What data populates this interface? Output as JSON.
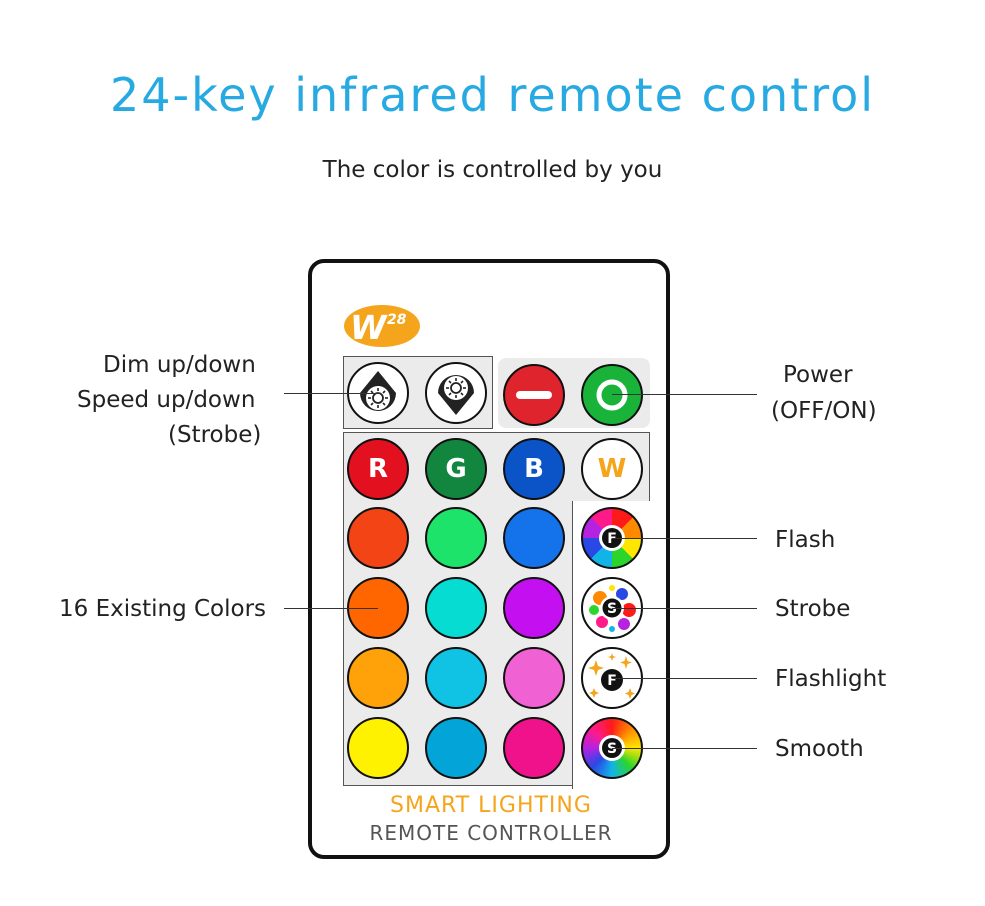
{
  "title": "24-key infrared remote control",
  "subtitle": "The color is controlled by you",
  "logo": {
    "letter": "W",
    "sup": "28",
    "color": "#f4a51c"
  },
  "buttons": {
    "r_label": "R",
    "g_label": "G",
    "b_label": "B",
    "w_label": "W",
    "flash_glyph": "F",
    "strobe_glyph": "S",
    "flashlight_glyph": "F",
    "smooth_glyph": "S"
  },
  "colors": {
    "red": "#e3101f",
    "green": "#12863f",
    "blue": "#0a54c8",
    "power_off": "#e0242e",
    "power_on": "#19b33a",
    "accent": "#27a9e1"
  },
  "footer": {
    "line1": "SMART LIGHTING",
    "line2": "REMOTE CONTROLLER"
  },
  "labels": {
    "dim_line1": "Dim up/down",
    "dim_line2": "Speed up/down",
    "dim_line3": "(Strobe)",
    "power_line1": "Power",
    "power_line2": "(OFF/ON)",
    "existing": "16 Existing Colors",
    "flash": "Flash",
    "strobe": "Strobe",
    "flashlight": "Flashlight",
    "smooth": "Smooth"
  }
}
